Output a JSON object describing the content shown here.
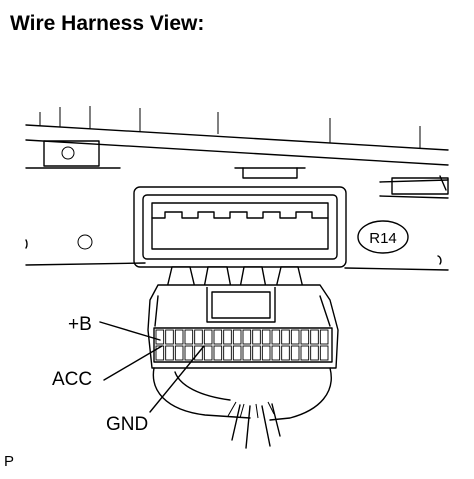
{
  "title": "Wire Harness View:",
  "connector_code": "R14",
  "labels": {
    "plus_b": "+B",
    "acc": "ACC",
    "gnd": "GND"
  },
  "corner_mark": "P"
}
